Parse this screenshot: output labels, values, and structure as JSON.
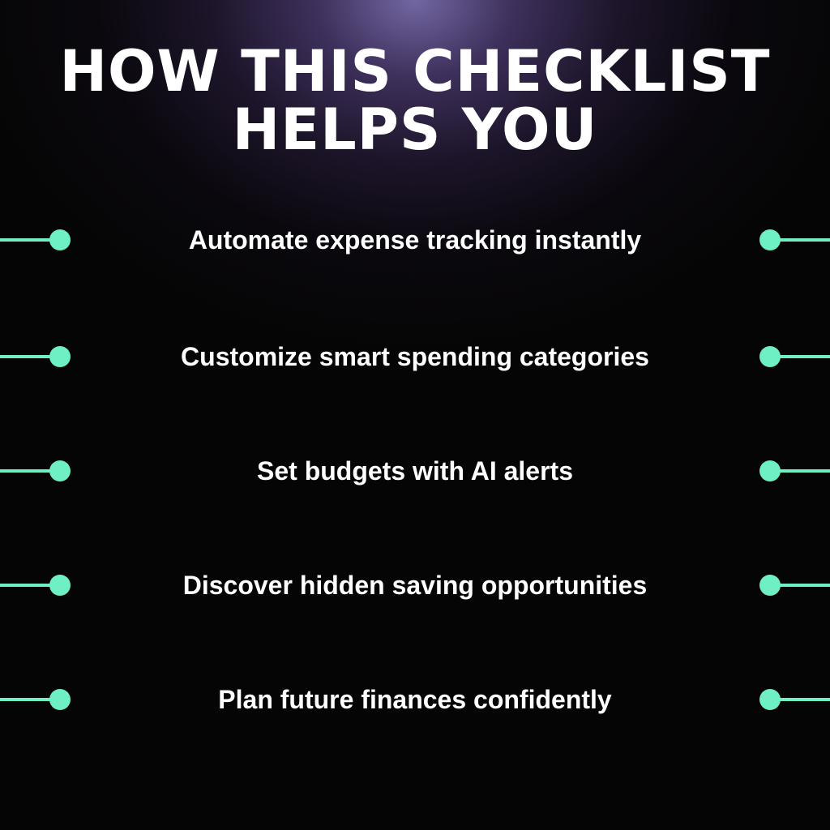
{
  "title": {
    "line1": "HOW THIS CHECKLIST",
    "line2": "HELPS YOU"
  },
  "items": [
    {
      "label": "Automate expense tracking instantly"
    },
    {
      "label": "Customize smart spending categories"
    },
    {
      "label": "Set budgets with AI alerts"
    },
    {
      "label": "Discover hidden saving opportunities"
    },
    {
      "label": "Plan future finances confidently"
    }
  ],
  "colors": {
    "accent": "#6ff0c4",
    "text": "#ffffff",
    "background": "#050505",
    "glow": "#786caa"
  }
}
